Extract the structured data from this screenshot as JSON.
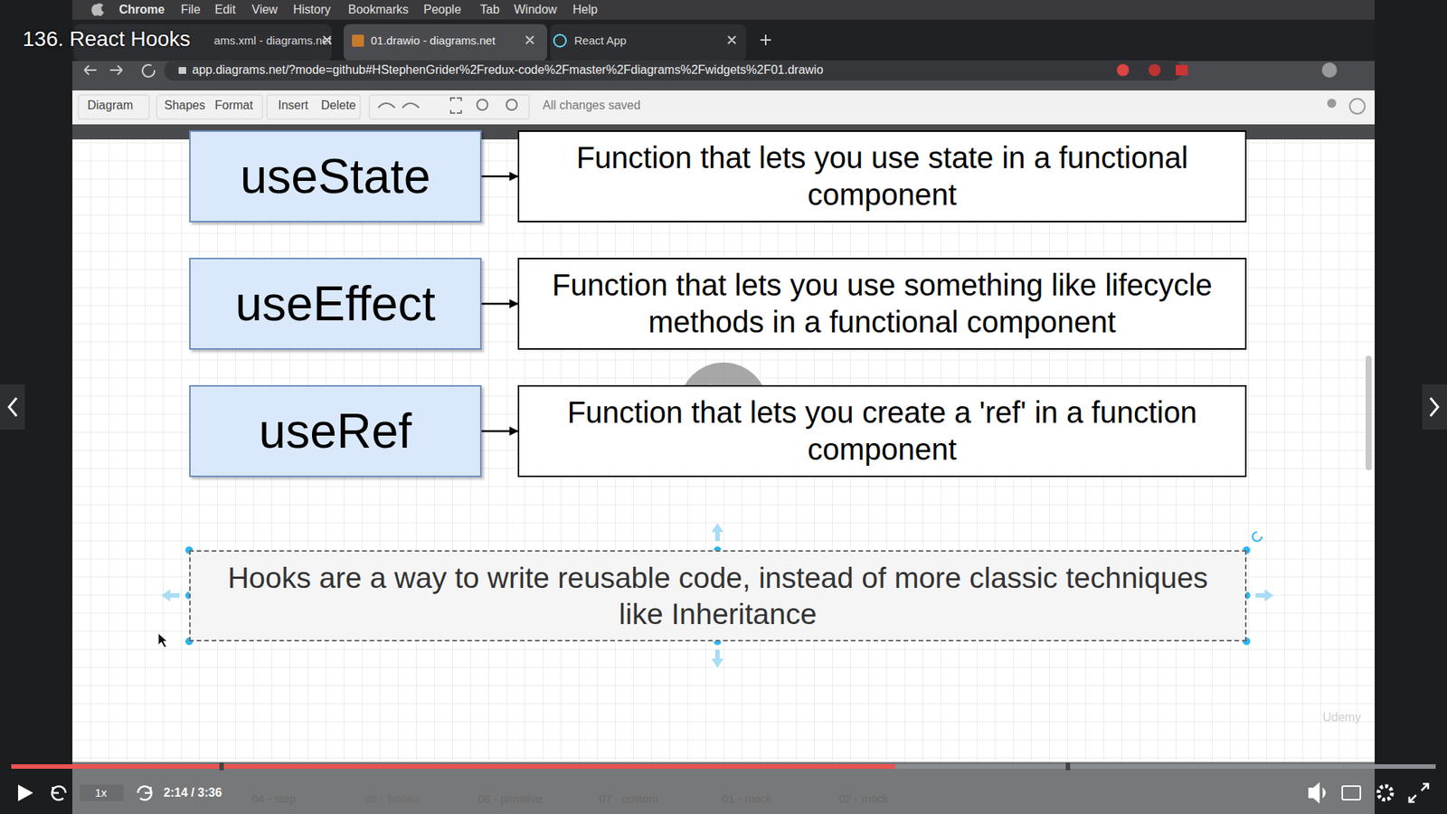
{
  "diagram": {
    "title": "136. React Hooks",
    "nodes": [
      {
        "text": [
          "useState"
        ]
      },
      {
        "text": [
          "Function that lets you use state in a functional component"
        ]
      },
      {
        "text": [
          "useEffect"
        ]
      },
      {
        "text": [
          "Function that lets you use something like lifecycle methods in a functional component"
        ]
      },
      {
        "text": [
          "useRef"
        ]
      },
      {
        "text": [
          "Function that lets you create a 'ref' in a function component"
        ]
      },
      {
        "text": [
          "Hooks are a way to write reusable code, instead of more classic techniques like Inheritance"
        ]
      }
    ],
    "edges": [
      {
        "from": 0,
        "to": 1,
        "arrow": "to"
      },
      {
        "from": 2,
        "to": 3,
        "arrow": "to"
      },
      {
        "from": 4,
        "to": 5,
        "arrow": "to"
      }
    ],
    "labels": [
      "Chrome",
      "File",
      "Edit",
      "View",
      "History",
      "Bookmarks",
      "People",
      "Tab",
      "Window",
      "Help",
      "ams.xml - diagrams.net",
      "01.drawio - diagrams.net",
      "React App",
      "app.diagrams.net/?mode=github#HStephenGrider%2Fredux-code%2Fmaster%2Fdiagrams%2Fwidgets%2F01.drawio",
      "Diagram",
      "Shapes",
      "Format",
      "Insert",
      "Delete",
      "All changes saved",
      "1x",
      "2:14 / 3:36",
      "04 - step",
      "05 - hooks",
      "06 - primitive",
      "07 - custom",
      "01 - mock",
      "02 - mock",
      "Udemy"
    ]
  }
}
